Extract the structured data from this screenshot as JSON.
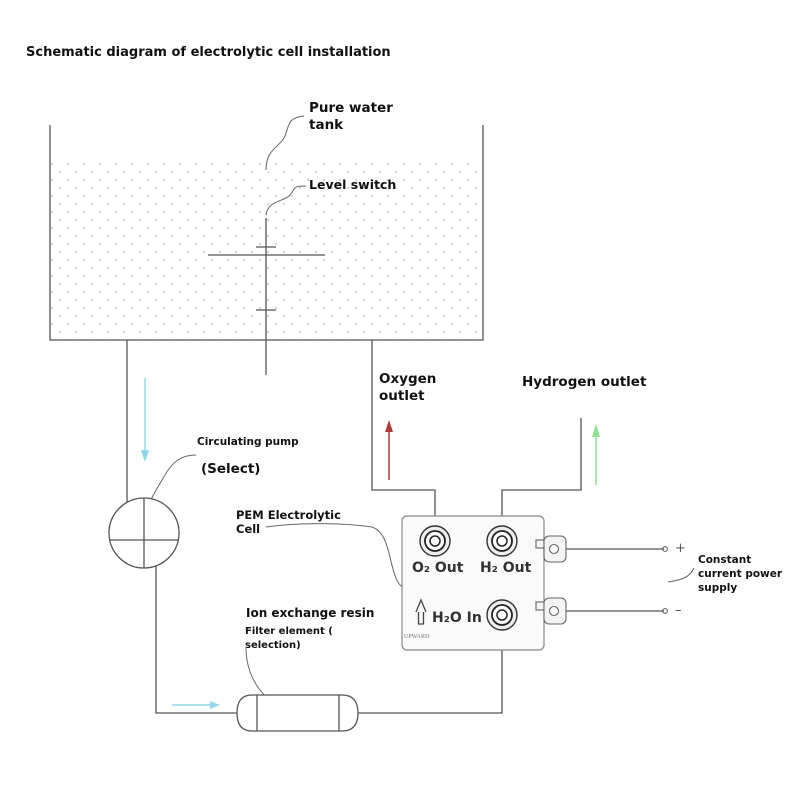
{
  "title": "Schematic diagram of electrolytic cell installation",
  "labels": {
    "tank": "Pure water\ntank",
    "level_switch": "Level switch",
    "oxygen_outlet": "Oxygen\noutlet",
    "hydrogen_outlet": "Hydrogen outlet",
    "circulating_pump": "Circulating pump",
    "pump_select": "(Select)",
    "pem_cell": "PEM Electrolytic\nCell",
    "ion_exchange": "Ion exchange resin",
    "filter_element": "Filter element (\nselection)",
    "power_supply": "Constant\ncurrent power\nsupply",
    "plus": "+",
    "minus": "–"
  },
  "cell": {
    "o2_out": "O₂ Out",
    "h2_out": "H₂ Out",
    "h2o_in": "H₂O In",
    "upward": "UPWARD"
  },
  "colors": {
    "line": "#555555",
    "water_arrow": "#8fd8e8",
    "oxygen_arrow": "#b03a3a",
    "hydrogen_arrow": "#8fe08f"
  }
}
